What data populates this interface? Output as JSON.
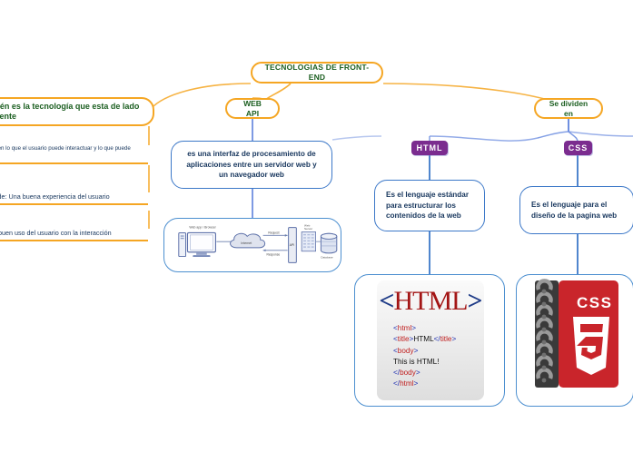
{
  "map": {
    "root": {
      "label": "TECNOLOGIAS DE FRONT-END"
    },
    "branches": {
      "left": {
        "node_label": "También es la tecnología que esta de lado del cliente",
        "items": [
          {
            "label": "Se enfoca en lo que el usuario puede interactuar y lo que puede navegar"
          },
          {
            "label": "Comprende: Una buena experiencia del usuario"
          },
          {
            "label": "Tener un buen uso del usuario con la interacción"
          }
        ]
      },
      "center": {
        "node_label": "WEB API",
        "description": "es una interfaz de procesamiento de aplicaciones entre un servidor web y un navegador web",
        "diagram": {
          "name": "web-api-architecture-diagram",
          "labels": {
            "client": "Web app / Browser",
            "cloud": "Internet",
            "request": "Request",
            "response": "Response",
            "api": "API",
            "server": "Web Server",
            "database": "Database"
          }
        }
      },
      "right": {
        "node_label": "Se dividen en",
        "children": [
          {
            "badge": "HTML",
            "description": "Es el lenguaje estándar para estructurar los contenidos de la web",
            "image": {
              "name": "html-logo-code-sample",
              "title_open": "<",
              "title_text": "HTML",
              "title_close": ">",
              "code_lines": [
                {
                  "parts": [
                    {
                      "t": "b",
                      "v": "<"
                    },
                    {
                      "t": "t",
                      "v": "html"
                    },
                    {
                      "t": "b",
                      "v": ">"
                    }
                  ]
                },
                {
                  "parts": [
                    {
                      "t": "b",
                      "v": "<"
                    },
                    {
                      "t": "t",
                      "v": "title"
                    },
                    {
                      "t": "b",
                      "v": ">"
                    },
                    {
                      "t": "p",
                      "v": "HTML"
                    },
                    {
                      "t": "b",
                      "v": "</"
                    },
                    {
                      "t": "t",
                      "v": "title"
                    },
                    {
                      "t": "b",
                      "v": ">"
                    }
                  ]
                },
                {
                  "parts": [
                    {
                      "t": "b",
                      "v": "<"
                    },
                    {
                      "t": "t",
                      "v": "body"
                    },
                    {
                      "t": "b",
                      "v": ">"
                    }
                  ]
                },
                {
                  "parts": [
                    {
                      "t": "p",
                      "v": "This is HTML!"
                    }
                  ]
                },
                {
                  "parts": [
                    {
                      "t": "b",
                      "v": "</"
                    },
                    {
                      "t": "t",
                      "v": "body"
                    },
                    {
                      "t": "b",
                      "v": ">"
                    }
                  ]
                },
                {
                  "parts": [
                    {
                      "t": "b",
                      "v": "</"
                    },
                    {
                      "t": "t",
                      "v": "html"
                    },
                    {
                      "t": "b",
                      "v": ">"
                    }
                  ]
                }
              ]
            }
          },
          {
            "badge": "CSS",
            "description": "Es el lenguaje para el diseño de la pagina web",
            "image": {
              "name": "css3-notebook-logo",
              "wordmark": "CSS",
              "version_glyph": "3"
            }
          }
        ]
      }
    }
  },
  "colors": {
    "root_border": "#F5A623",
    "root_text": "#1B5E20",
    "branch_orange": "#F5A623",
    "branch_blue": "#6F8FE0",
    "box_blue": "#3C78C8",
    "text_navy": "#17365D",
    "badge_purple": "#7B2C8F",
    "css_red": "#C9252B",
    "css_dark": "#3A3A3A",
    "canvas": "#FFFFFF"
  }
}
